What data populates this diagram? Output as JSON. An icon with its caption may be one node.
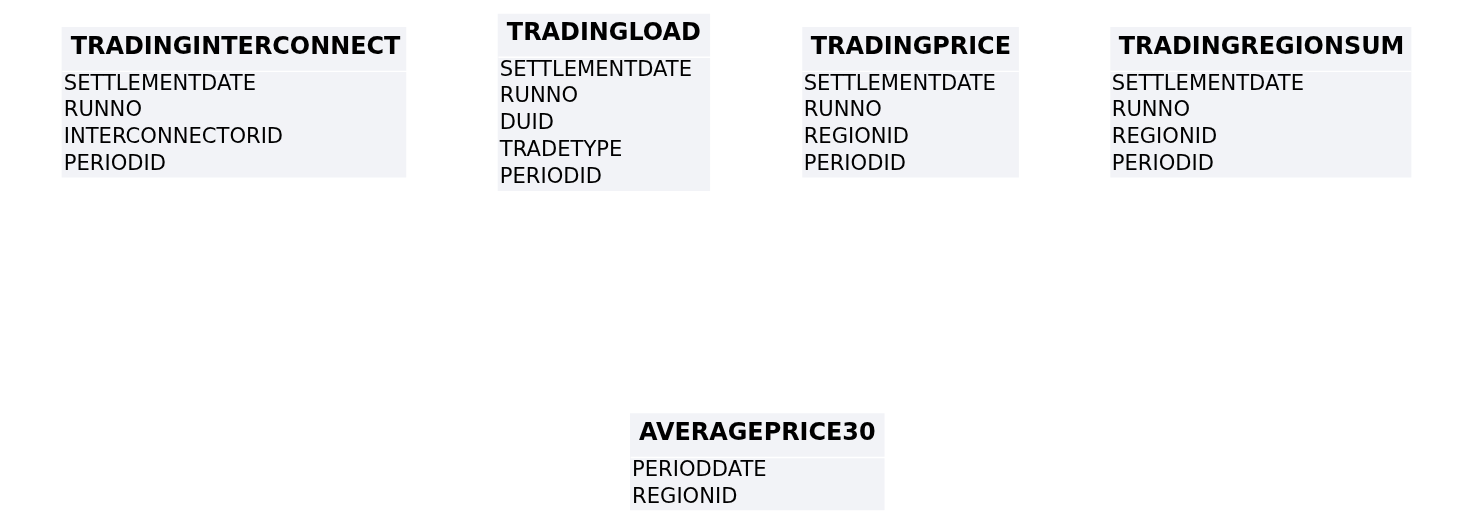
{
  "diagram": {
    "nodes": [
      {
        "text": [
          "TRADINGINTERCONNECT",
          "SETTLEMENTDATE",
          "RUNNO",
          "INTERCONNECTORID",
          "PERIODID"
        ]
      },
      {
        "text": [
          "TRADINGLOAD",
          "SETTLEMENTDATE",
          "RUNNO",
          "DUID",
          "TRADETYPE",
          "PERIODID"
        ]
      },
      {
        "text": [
          "TRADINGPRICE",
          "SETTLEMENTDATE",
          "RUNNO",
          "REGIONID",
          "PERIODID"
        ]
      },
      {
        "text": [
          "TRADINGREGIONSUM",
          "SETTLEMENTDATE",
          "RUNNO",
          "REGIONID",
          "PERIODID"
        ]
      },
      {
        "text": [
          "AVERAGEPRICE30",
          "PERIODDATE",
          "REGIONID"
        ]
      }
    ]
  }
}
